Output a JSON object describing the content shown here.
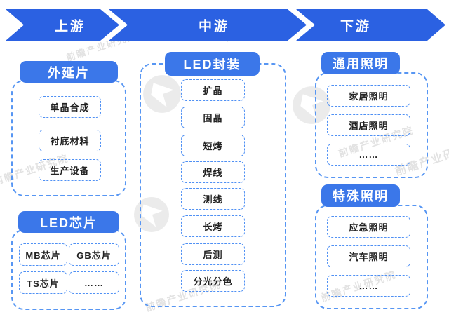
{
  "banner": {
    "segments": [
      "上游",
      "中游",
      "下游"
    ]
  },
  "upstream": {
    "groups": [
      {
        "title": "外延片",
        "items": [
          "单晶合成",
          "衬底材料",
          "生产设备"
        ]
      },
      {
        "title": "LED芯片",
        "items": [
          "MB芯片",
          "GB芯片",
          "TS芯片",
          "……"
        ]
      }
    ]
  },
  "midstream": {
    "groups": [
      {
        "title": "LED封装",
        "items": [
          "扩晶",
          "固晶",
          "短烤",
          "焊线",
          "测线",
          "长烤",
          "后测",
          "分光分色"
        ]
      }
    ]
  },
  "downstream": {
    "groups": [
      {
        "title": "通用照明",
        "items": [
          "家居照明",
          "酒店照明",
          "……"
        ]
      },
      {
        "title": "特殊照明",
        "items": [
          "应急照明",
          "汽车照明",
          "……"
        ]
      }
    ]
  },
  "watermark": {
    "text": "前瞻产业研究院"
  },
  "colors": {
    "banner_blue": "#2b61e2",
    "header_blue": "#3b77e9",
    "dash_blue": "#5796f3",
    "item_text": "#222222",
    "watermark_gray": "#cccccc"
  }
}
